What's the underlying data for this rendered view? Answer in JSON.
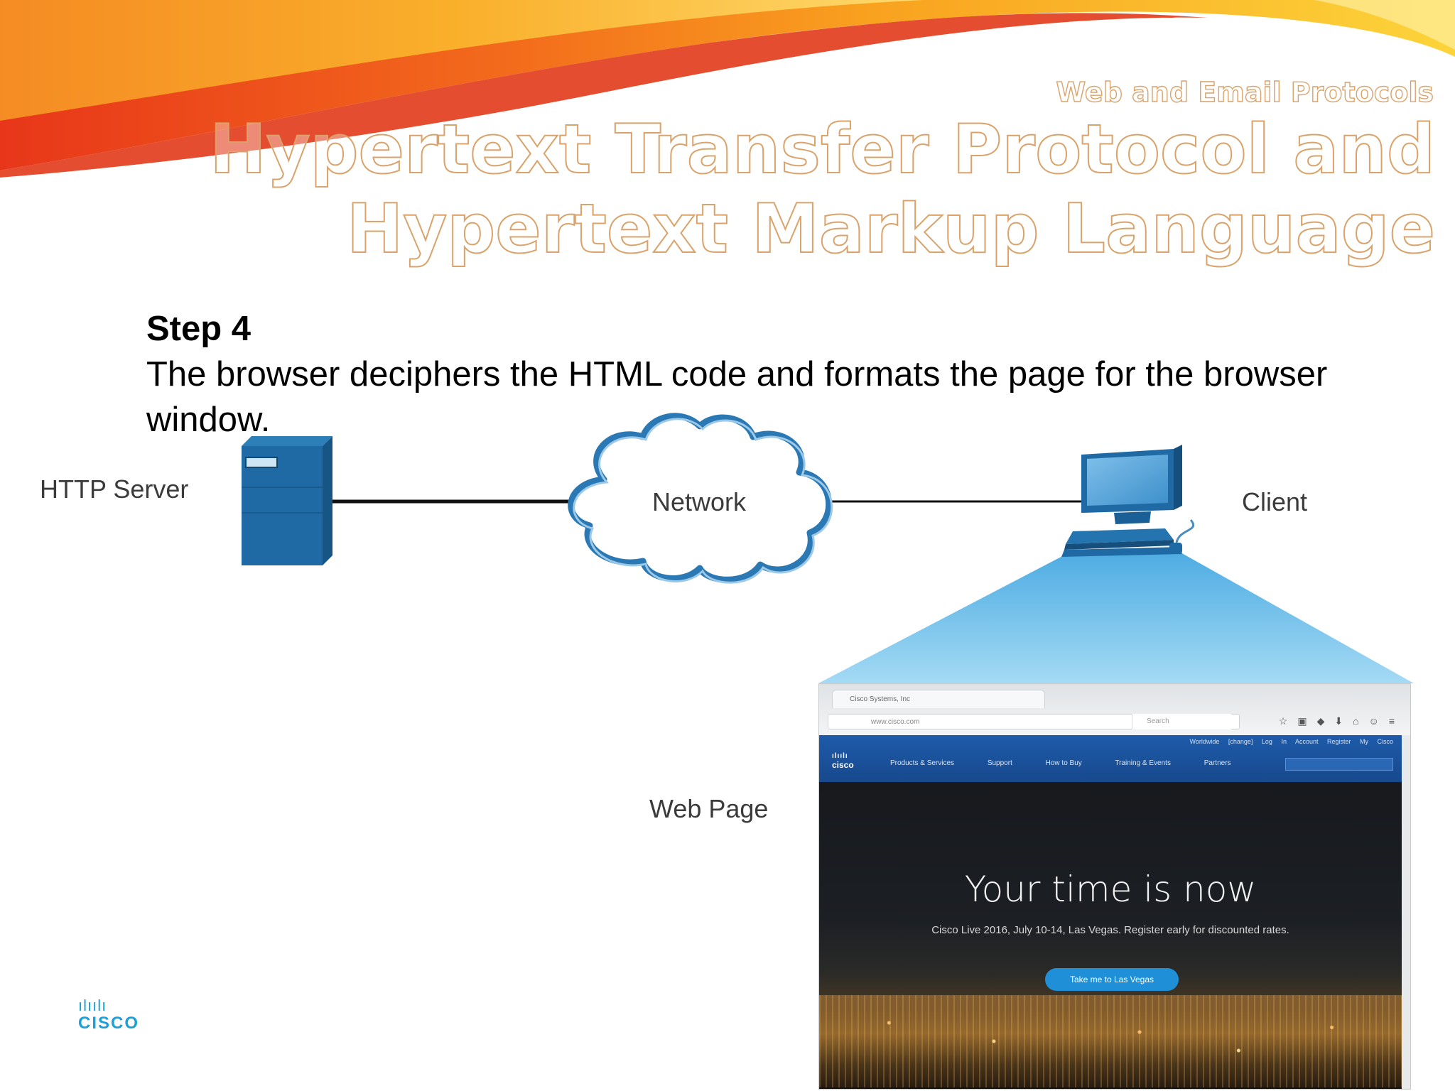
{
  "header": {
    "subtitle": "Web and Email Protocols",
    "title_line1": "Hypertext Transfer Protocol and",
    "title_line2": "Hypertext Markup Language"
  },
  "content": {
    "step_title": "Step 4",
    "step_text": "The browser deciphers the HTML code and formats the page for the browser window."
  },
  "diagram": {
    "server_label": "HTTP Server",
    "network_label": "Network",
    "client_label": "Client",
    "webpage_label": "Web Page"
  },
  "webpage": {
    "tab_title": "Cisco Systems, Inc",
    "url": "www.cisco.com",
    "search_placeholder": "Search",
    "utility_links": "Worldwide [change]  Log In  Account  Register  My Cisco",
    "nav_logo": "cisco",
    "nav_items": [
      "Products & Services",
      "Support",
      "How to Buy",
      "Training & Events",
      "Partners"
    ],
    "headline": "Your time is now",
    "subtext": "Cisco Live 2016, July 10-14, Las Vegas. Register early for discounted rates.",
    "button": "Take me to Las Vegas"
  },
  "footer": {
    "logo_bars": "ılıılı",
    "logo_word": "CISCO"
  },
  "colors": {
    "title_outline": "#d9a36b",
    "device_blue": "#1f6aa5",
    "beam_blue": "#4fb3e6",
    "cisco_blue": "#1ba0d7"
  }
}
